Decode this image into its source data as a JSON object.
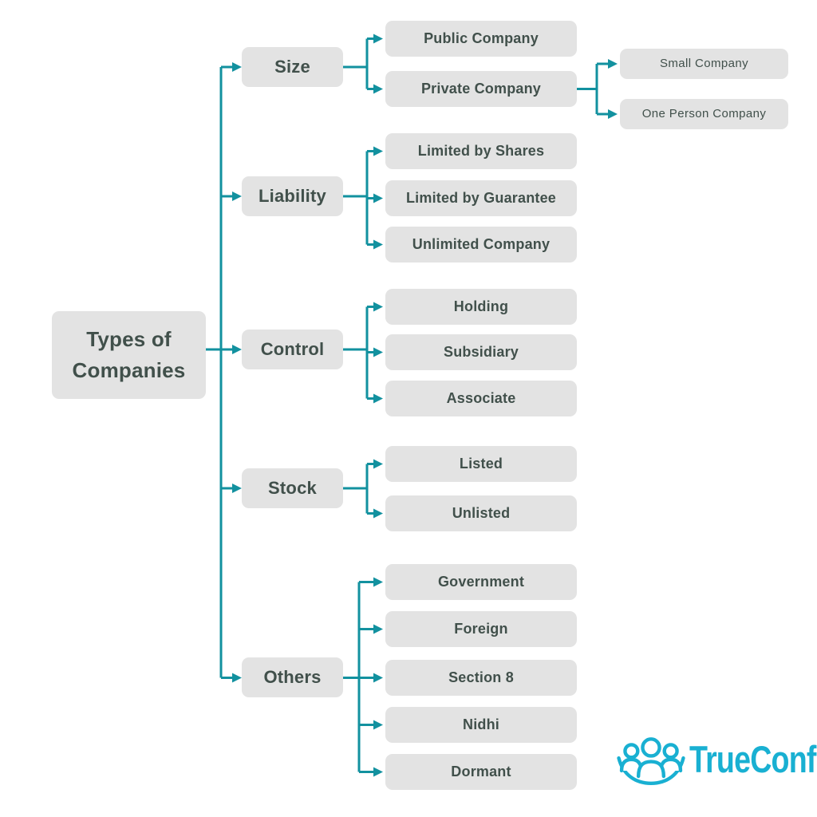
{
  "diagram": {
    "root": {
      "label": "Types of\nCompanies"
    },
    "branches": [
      {
        "label": "Size",
        "children": [
          {
            "label": "Public Company"
          },
          {
            "label": "Private Company",
            "children": [
              {
                "label": "Small Company"
              },
              {
                "label": "One Person Company"
              }
            ]
          }
        ]
      },
      {
        "label": "Liability",
        "children": [
          {
            "label": "Limited by Shares"
          },
          {
            "label": "Limited by Guarantee"
          },
          {
            "label": "Unlimited Company"
          }
        ]
      },
      {
        "label": "Control",
        "children": [
          {
            "label": "Holding"
          },
          {
            "label": "Subsidiary"
          },
          {
            "label": "Associate"
          }
        ]
      },
      {
        "label": "Stock",
        "children": [
          {
            "label": "Listed"
          },
          {
            "label": "Unlisted"
          }
        ]
      },
      {
        "label": "Others",
        "children": [
          {
            "label": "Government"
          },
          {
            "label": "Foreign"
          },
          {
            "label": "Section 8"
          },
          {
            "label": "Nidhi"
          },
          {
            "label": "Dormant"
          }
        ]
      }
    ]
  },
  "logo": {
    "brand": "TrueConf",
    "icon": "people-group-icon",
    "color": "#19b0d2"
  },
  "colors": {
    "connector": "#12919f",
    "node_bg": "#e3e3e3",
    "node_text": "#41504b",
    "background": "#ffffff"
  }
}
